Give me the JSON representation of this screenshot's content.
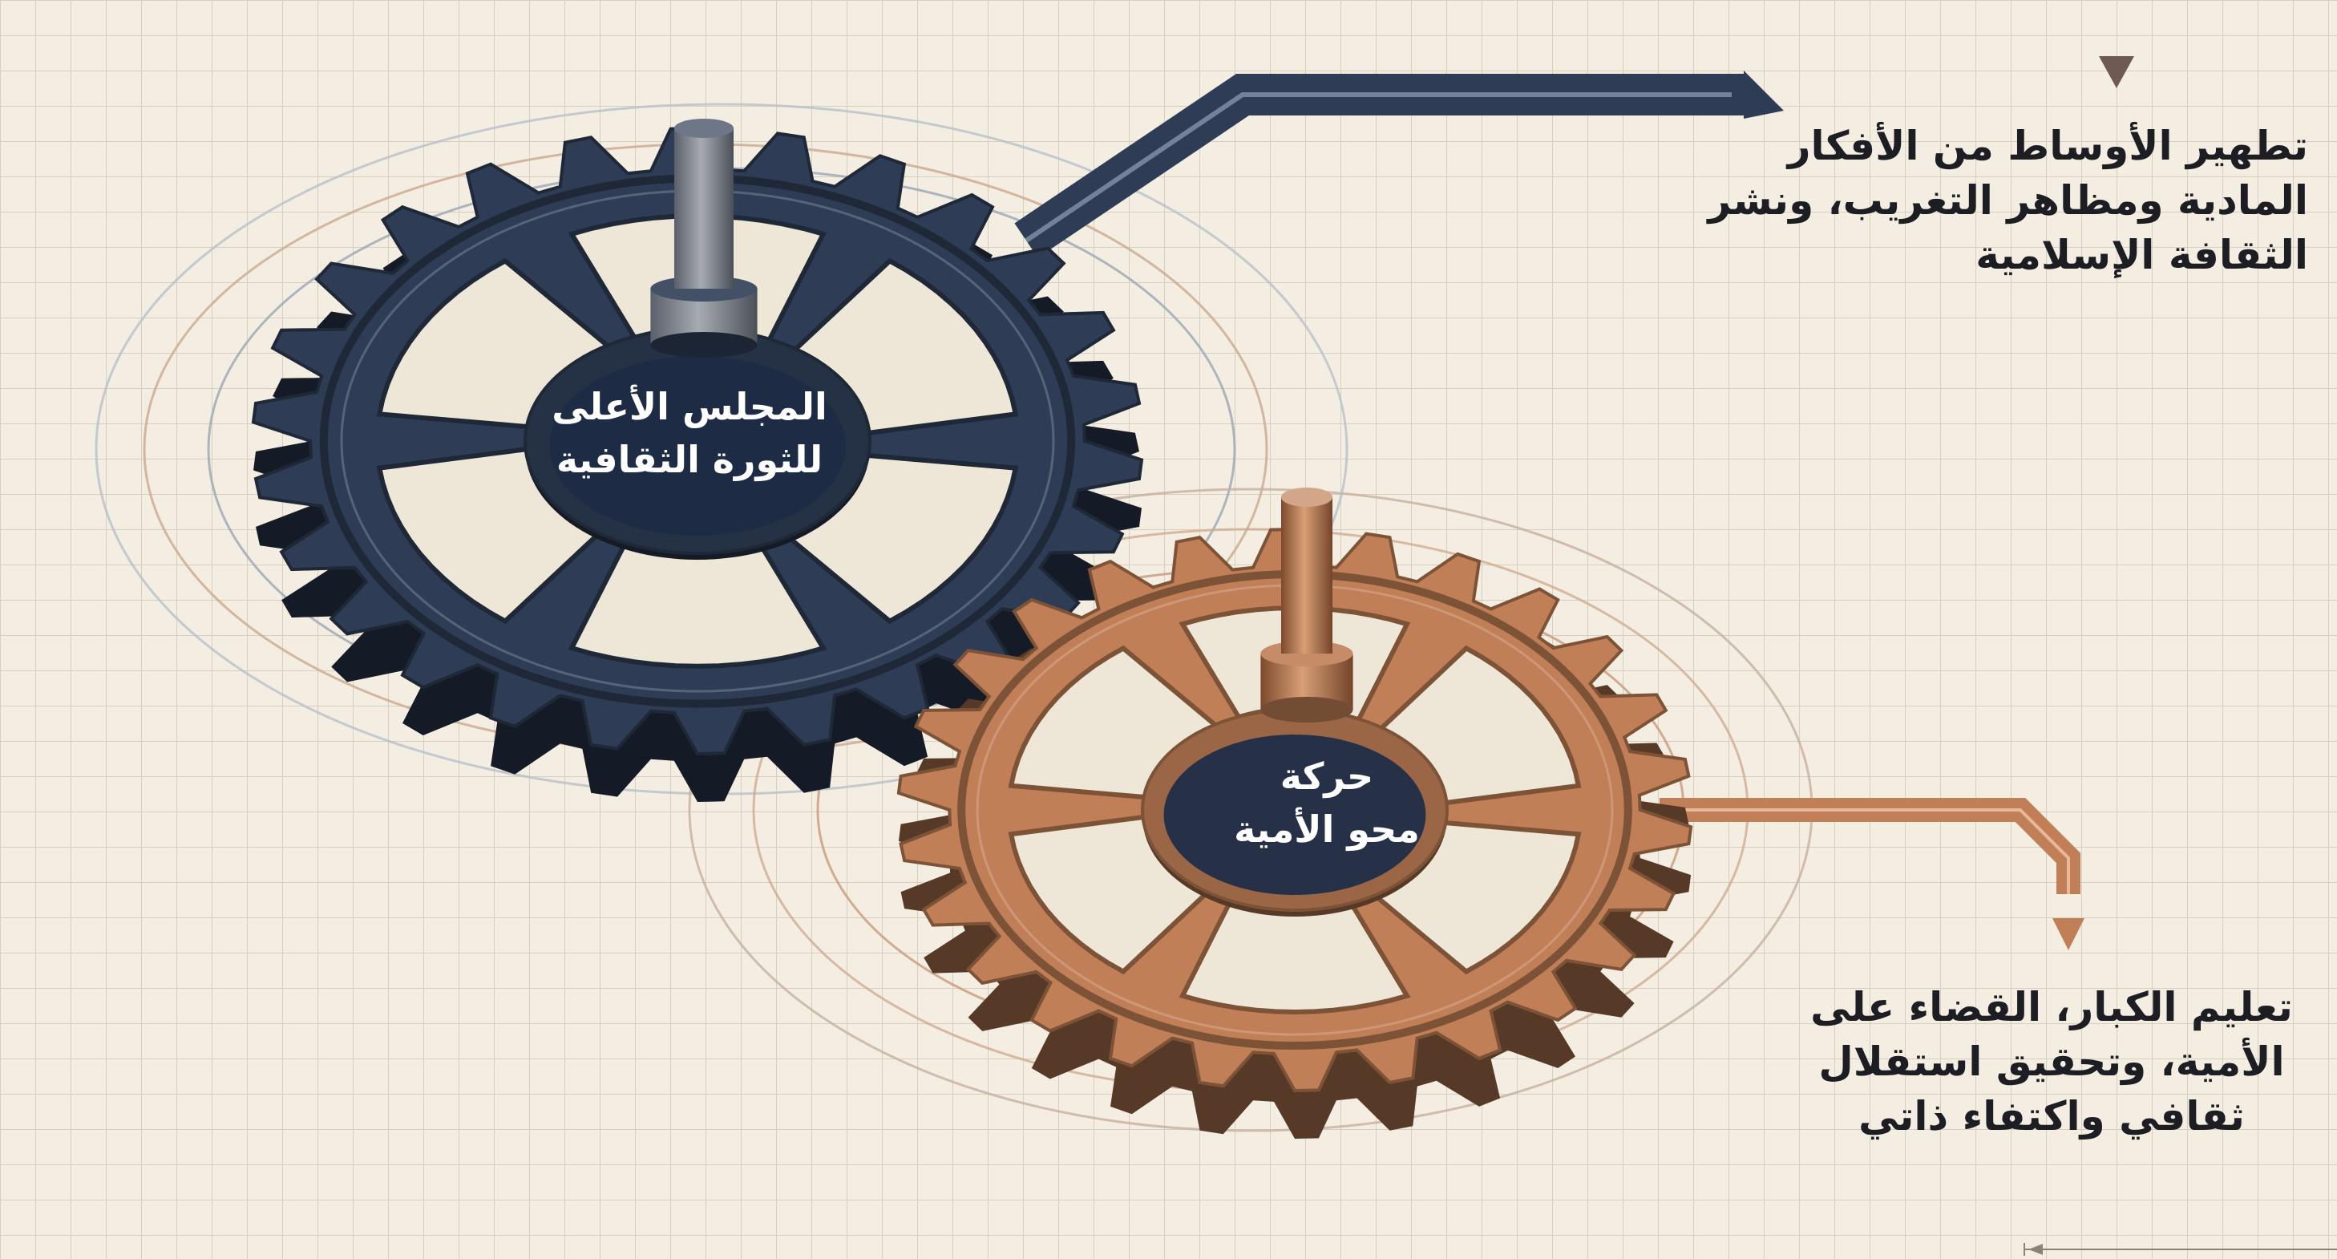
{
  "gears": [
    {
      "id": "cultural-revolution",
      "label_lines": [
        "المجلس الأعلى",
        "للثورة الثقافية"
      ],
      "color": "#2e3d55"
    },
    {
      "id": "literacy",
      "label_lines": [
        "حركة",
        "محو الأمية"
      ],
      "color": "#c07f56"
    }
  ],
  "callouts": {
    "top": {
      "lines": [
        "تطهير الأوساط من الأفكار",
        "المادية ومظاهر التغريب، ونشر",
        "الثقافة الإسلامية"
      ]
    },
    "bottom": {
      "lines": [
        "تعليم الكبار، القضاء على",
        "الأمية، وتحقيق استقلال",
        "ثقافي واكتفاء ذاتي"
      ]
    }
  },
  "colors": {
    "background": "#f3eee1",
    "grid": "#d8d2c3",
    "navy": "#2e3d55",
    "copper": "#c07f56",
    "text": "#1c1e24"
  }
}
